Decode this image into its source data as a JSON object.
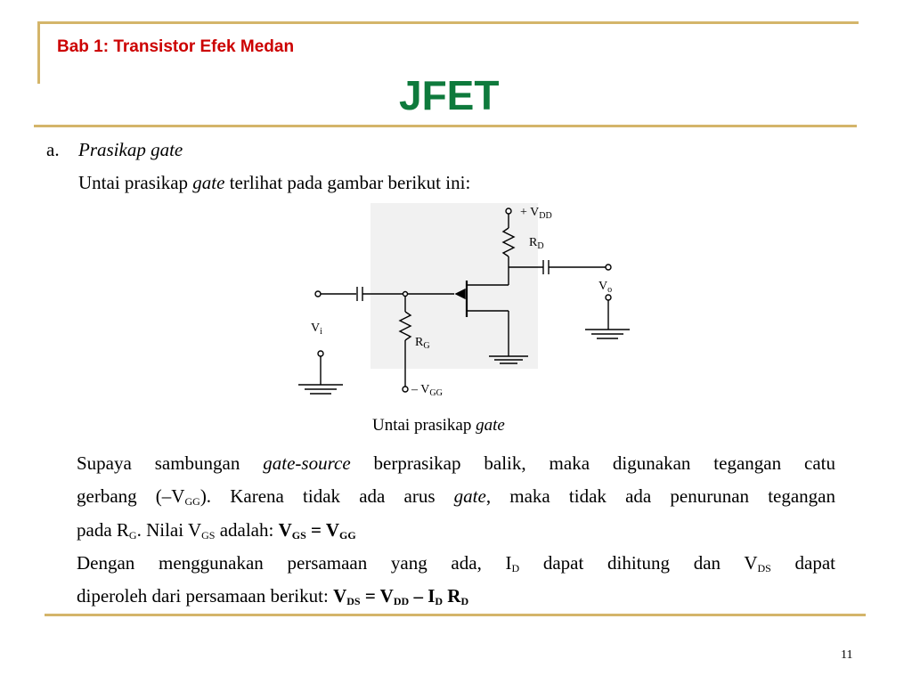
{
  "header": {
    "chapter": "Bab 1: Transistor Efek Medan",
    "title": "JFET"
  },
  "section": {
    "letter": "a.",
    "heading": "Prasikap gate",
    "intro_pre": "Untai prasikap ",
    "intro_em": "gate",
    "intro_post": " terlihat pada gambar berikut ini:"
  },
  "figure": {
    "labels": {
      "vdd": "+ V",
      "vdd_sub": "DD",
      "rd": "R",
      "rd_sub": "D",
      "vo": "V",
      "vo_sub": "o",
      "vi": "V",
      "vi_sub": "i",
      "rg": "R",
      "rg_sub": "G",
      "vgg": "– V",
      "vgg_sub": "GG"
    },
    "caption_pre": "Untai prasikap ",
    "caption_em": "gate"
  },
  "paragraph1": {
    "l1_a": "Supaya sambungan ",
    "l1_em": "gate-source",
    "l1_b": " berprasikap balik, maka digunakan tegangan catu",
    "l2_a": "gerbang (–V",
    "l2_sub": "GG",
    "l2_b": "). Karena tidak ada arus ",
    "l2_em": "gate",
    "l2_c": ", maka tidak ada penurunan tegangan",
    "l3_a": "pada R",
    "l3_sub1": "G",
    "l3_b": ". Nilai V",
    "l3_sub2": "GS",
    "l3_c": " adalah: ",
    "eq_v1": "V",
    "eq_sub1": "GS",
    "eq_mid": " = V",
    "eq_sub2": "GG"
  },
  "paragraph2": {
    "l1_a": "Dengan menggunakan persamaan yang ada, I",
    "l1_sub1": "D",
    "l1_b": " dapat dihitung dan V",
    "l1_sub2": "DS",
    "l1_c": " dapat",
    "l2_a": "diperoleh dari persamaan berikut: ",
    "eq_v1": "V",
    "eq_sub1": "DS",
    "eq_mid1": " = V",
    "eq_sub2": "DD",
    "eq_mid2": " – I",
    "eq_sub3": "D",
    "eq_mid3": " R",
    "eq_sub4": "D"
  },
  "footer": {
    "page_number": "11"
  }
}
